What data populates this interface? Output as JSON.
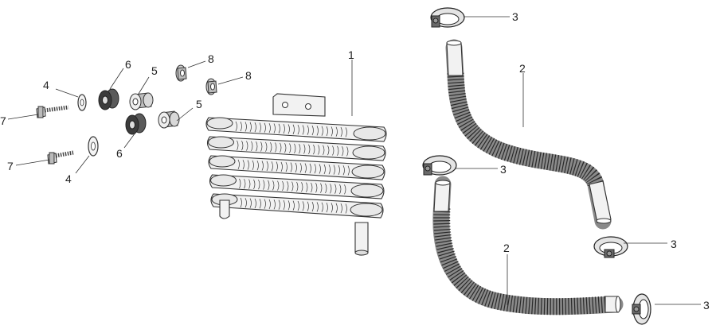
{
  "diagram": {
    "callouts": {
      "c1": "1",
      "c2a": "2",
      "c2b": "2",
      "c3a": "3",
      "c3b": "3",
      "c3c": "3",
      "c3d": "3",
      "c4a": "4",
      "c4b": "4",
      "c5a": "5",
      "c5b": "5",
      "c6a": "6",
      "c6b": "6",
      "c7a": "7",
      "c7b": "7",
      "c8a": "8",
      "c8b": "8"
    }
  }
}
